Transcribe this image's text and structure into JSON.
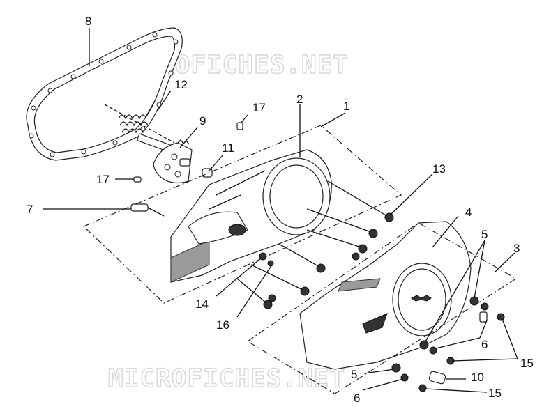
{
  "watermarks": [
    "MICROFICHES.NET",
    "MICROFICHES.NET"
  ],
  "callouts": {
    "c1": "1",
    "c2": "2",
    "c3": "3",
    "c4": "4",
    "c5a": "5",
    "c5b": "5",
    "c6a": "6",
    "c6b": "6",
    "c7": "7",
    "c8": "8",
    "c9": "9",
    "c10": "10",
    "c11": "11",
    "c12": "12",
    "c13": "13",
    "c14": "14",
    "c15a": "15",
    "c15b": "15",
    "c16": "16",
    "c17a": "17",
    "c17b": "17"
  }
}
